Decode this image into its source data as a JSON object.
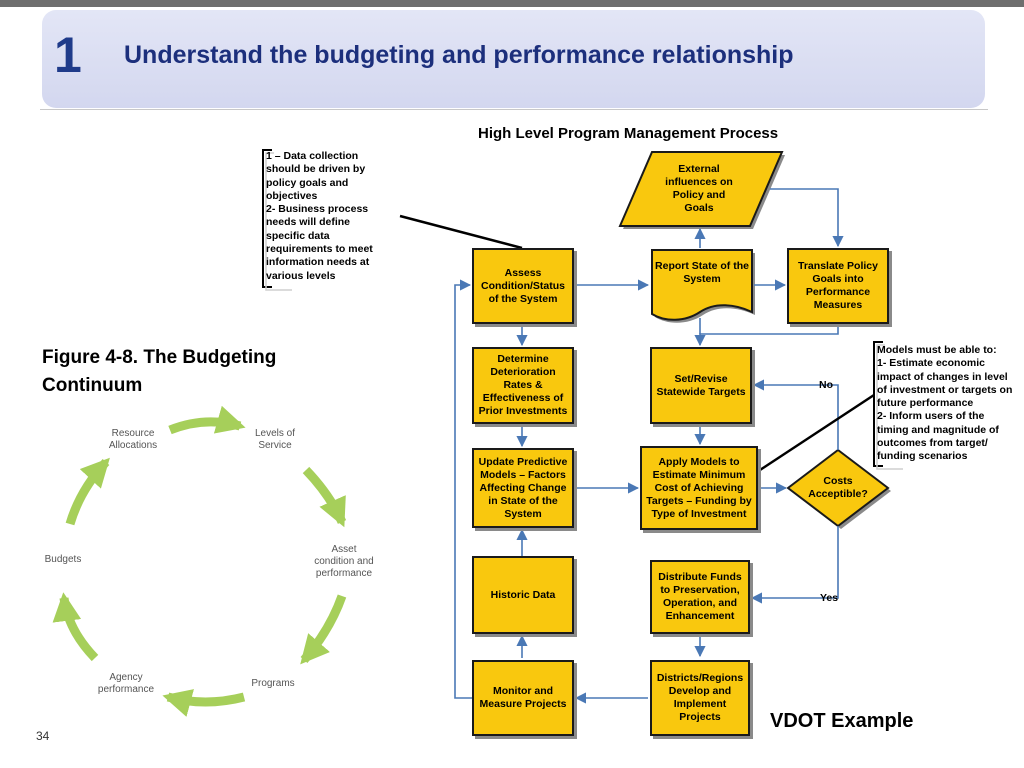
{
  "slide": {
    "number": "1",
    "title": "Understand the budgeting and performance relationship",
    "page_number": "34"
  },
  "flowchart": {
    "title": "High Level Program Management Process",
    "nodes": {
      "external": "External influences on Policy and Goals",
      "assess": "Assess Condition/Status of the System",
      "report": "Report State of the System",
      "translate": "Translate Policy Goals into Performance Measures",
      "determine": "Determine Deterioration Rates & Effectiveness of Prior Investments",
      "set_revise": "Set/Revise Statewide Targets",
      "update": "Update Predictive Models – Factors Affecting Change in State of the System",
      "apply": "Apply Models to Estimate Minimum Cost of Achieving Targets – Funding by Type of Investment",
      "costs": "Costs Acceptible?",
      "historic": "Historic Data",
      "distribute": "Distribute Funds to Preservation, Operation, and Enhancement",
      "monitor": "Monitor and Measure Projects",
      "districts": "Districts/Regions Develop and Implement Projects"
    },
    "edge_labels": {
      "no": "No",
      "yes": "Yes"
    },
    "note_left": [
      "1 – Data collection",
      "should be driven by",
      "policy goals and",
      "objectives",
      "2- Business process",
      "needs will define",
      "specific data",
      "requirements to meet",
      "information needs at",
      "various levels"
    ],
    "note_right": [
      "Models must be able to:",
      "1- Estimate economic",
      "impact of changes in level",
      "of investment or targets on",
      "future performance",
      "2- Inform users of the",
      "timing and magnitude of",
      "outcomes from target/",
      "funding scenarios"
    ],
    "example_label": "VDOT Example"
  },
  "figure": {
    "title": "Figure 4-8. The Budgeting Continuum",
    "cycle": {
      "resource": [
        "Resource",
        "Allocations"
      ],
      "levels": [
        "Levels of",
        "Service"
      ],
      "asset": [
        "Asset",
        "condition and",
        "performance"
      ],
      "programs": [
        "Programs"
      ],
      "agency": [
        "Agency",
        "performance"
      ],
      "budgets": [
        "Budgets"
      ]
    }
  },
  "colors": {
    "box_fill": "#f9c80e",
    "arrow": "#4a78b5",
    "cycle_arrow": "#a6cf5a",
    "title_text": "#1c2f7c"
  }
}
